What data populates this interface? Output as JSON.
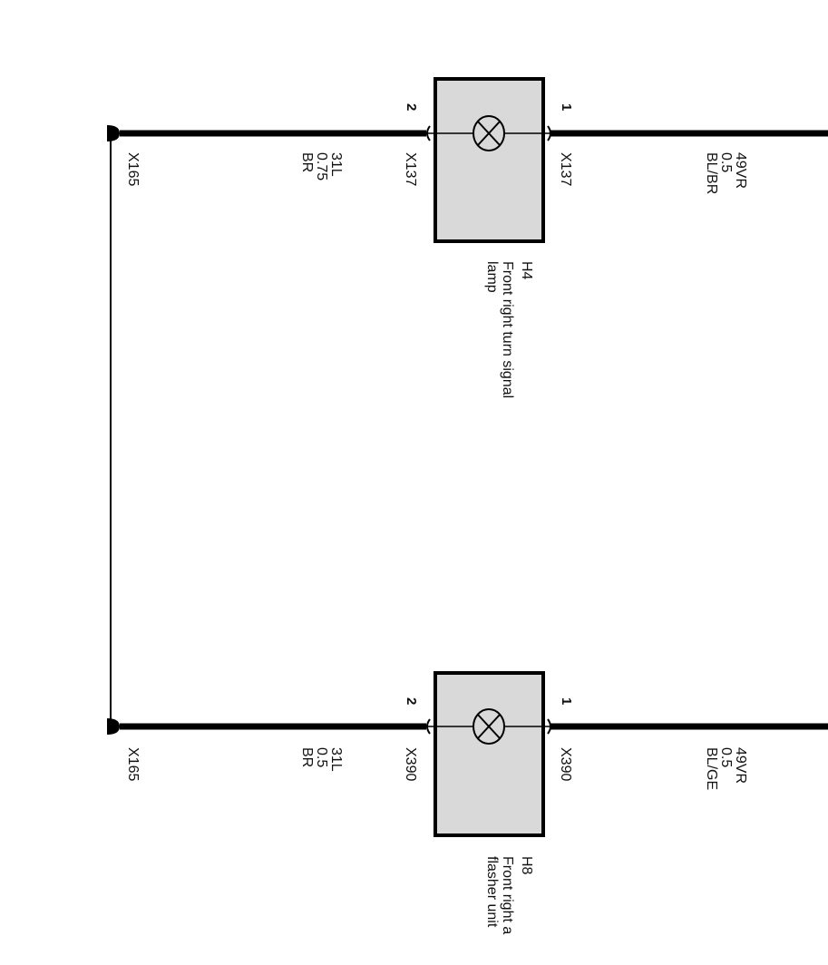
{
  "components": [
    {
      "id": "H4",
      "description_lines": [
        "Front right turn signal",
        "lamp"
      ],
      "connector": "X137",
      "pin_left": "2",
      "pin_right": "1",
      "ground_wire": [
        "31L",
        "0.75",
        "BR"
      ],
      "feed_wire": [
        "49VR",
        "0.5",
        "BL/BR"
      ],
      "ground_point": "X165"
    },
    {
      "id": "H8",
      "description_lines": [
        "Front right a",
        "flasher unit"
      ],
      "connector": "X390",
      "pin_left": "2",
      "pin_right": "1",
      "ground_wire": [
        "31L",
        "0.5",
        "BR"
      ],
      "feed_wire": [
        "49VR",
        "0.5",
        "BL/GE"
      ],
      "ground_point": "X165"
    }
  ],
  "colors": {
    "wire": "#000000",
    "box_fill": "#d9d9d9"
  }
}
